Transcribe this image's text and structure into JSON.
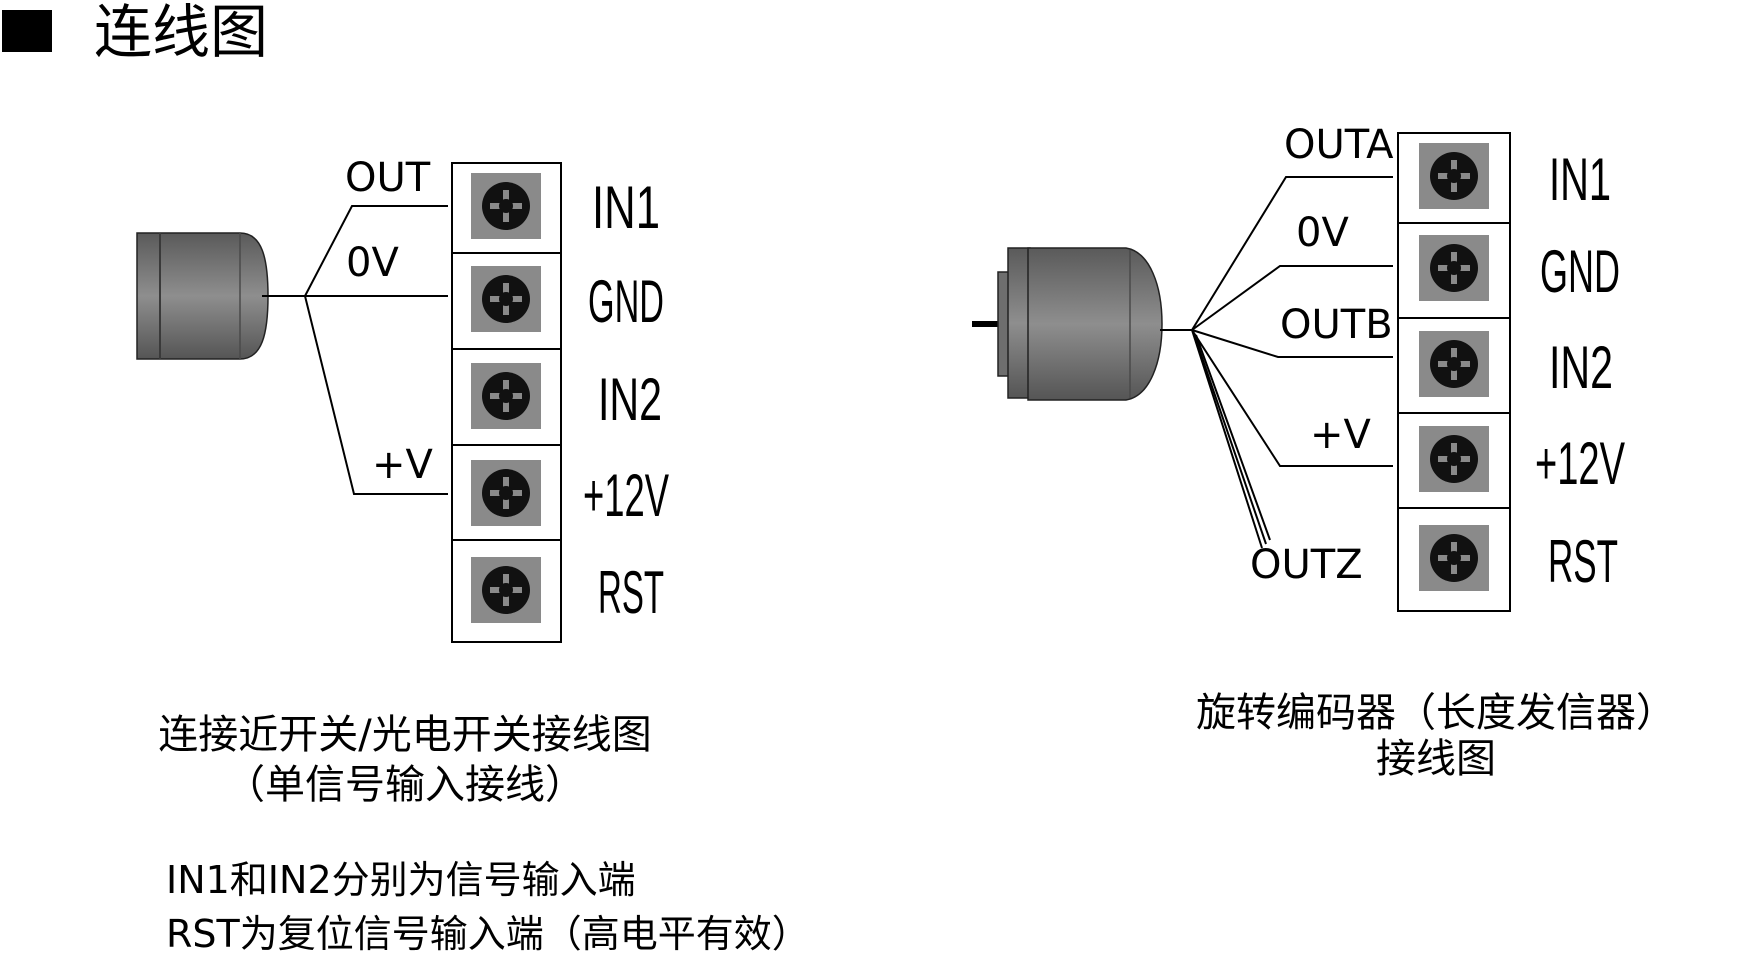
{
  "heading": "连线图",
  "left_diagram": {
    "wires": [
      "OUT",
      "0V",
      "+V"
    ],
    "terminals": [
      "IN1",
      "GND",
      "IN2",
      "+12V",
      "RST"
    ],
    "caption_line1": "连接近开关/光电开关接线图",
    "caption_line2": "（单信号输入接线）"
  },
  "right_diagram": {
    "wires": [
      "OUTA",
      "0V",
      "OUTB",
      "+V",
      "OUTZ"
    ],
    "terminals": [
      "IN1",
      "GND",
      "IN2",
      "+12V",
      "RST"
    ],
    "caption_line1": "旋转编码器（长度发信器）",
    "caption_line2": "接线图"
  },
  "notes": [
    "IN1和IN2分别为信号输入端",
    "RST为复位信号输入端（高电平有效）"
  ],
  "colors": {
    "sensor_body": "#7a7a7a",
    "terminal_screw": "#8a8a8a",
    "line": "#000000"
  }
}
